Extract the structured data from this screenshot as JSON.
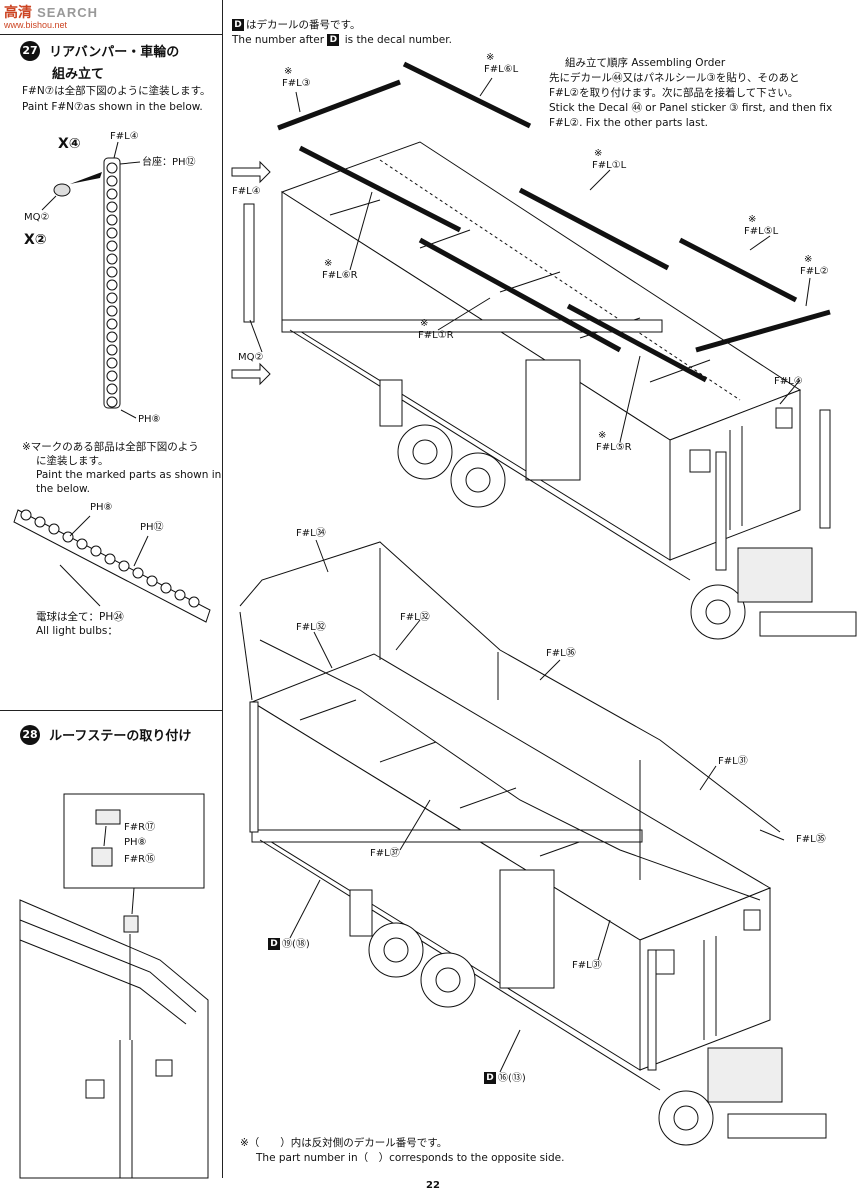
{
  "watermark": {
    "brand": "高清",
    "site": "www.bishou.net",
    "text": "SEARCH"
  },
  "header": {
    "decal_ja": "はデカールの番号です。",
    "decal_en_pre": "The number after",
    "decal_en_post": "is the decal number.",
    "box_letter": "D"
  },
  "step27": {
    "number": "27",
    "title_line1": "リアバンパー・車輪の",
    "title_line2": "組み立て",
    "paint_ja": "F#N⑦は全部下図のように塗装します。",
    "paint_en": "Paint F#N⑦as shown in the below.",
    "label_fl4": "F#L④",
    "label_base": "台座：",
    "label_base_color": "PH⑫",
    "label_mq2": "MQ②",
    "label_ph8": "PH⑧",
    "qty_a": "X④",
    "qty_b": "X②"
  },
  "marked_note": {
    "ja_line1": "※マークのある部品は全部下図のよう",
    "ja_line2": "に塗装します。",
    "en_line1": "Paint the marked parts as shown in",
    "en_line2": "the below.",
    "ph8": "PH⑧",
    "ph12": "PH⑫",
    "bulbs_ja": "電球は全て：",
    "bulbs_color": "PH㉔",
    "bulbs_en": "All light bulbs："
  },
  "step28": {
    "number": "28",
    "title": "ルーフステーの取り付け",
    "fr17": "F#R⑰",
    "ph8": "PH⑧",
    "fr16": "F#R⑯"
  },
  "order": {
    "title": "組み立て順序 Assembling Order",
    "ja_line1": "先にデカール㊹又はパネルシール③を貼り、そのあと",
    "ja_line2": "F#L②を取り付けます。次に部品を接着して下さい。",
    "en_line1": "Stick the Decal ㊹ or Panel sticker ③ first, and then fix",
    "en_line2": "F#L②. Fix the other parts last."
  },
  "top_labels": {
    "fl3": "F#L③",
    "fl6L": "F#L⑥L",
    "fl1L": "F#L①L",
    "fl5L": "F#L⑤L",
    "fl2": "F#L②",
    "fl4_left": "F#L④",
    "fl6R": "F#L⑥R",
    "fl1R": "F#L①R",
    "fl5R": "F#L⑤R",
    "fl4_right": "F#L④",
    "mq2": "MQ②",
    "mark": "※"
  },
  "bottom_labels": {
    "fl34": "F#L㉞",
    "fl32a": "F#L㉜",
    "fl32b": "F#L㉜",
    "fl36": "F#L㊱",
    "fl31a": "F#L㉛",
    "fl35": "F#L㉟",
    "fl37": "F#L㊲",
    "fl31b": "F#L㉛",
    "d_left": "⑲(⑱)",
    "d_right": "⑯(⑬)"
  },
  "footnote": {
    "ja": "※（　　）内は反対側のデカール番号です。",
    "en": "The part number in（　）corresponds to the opposite side."
  },
  "page_number": "22"
}
